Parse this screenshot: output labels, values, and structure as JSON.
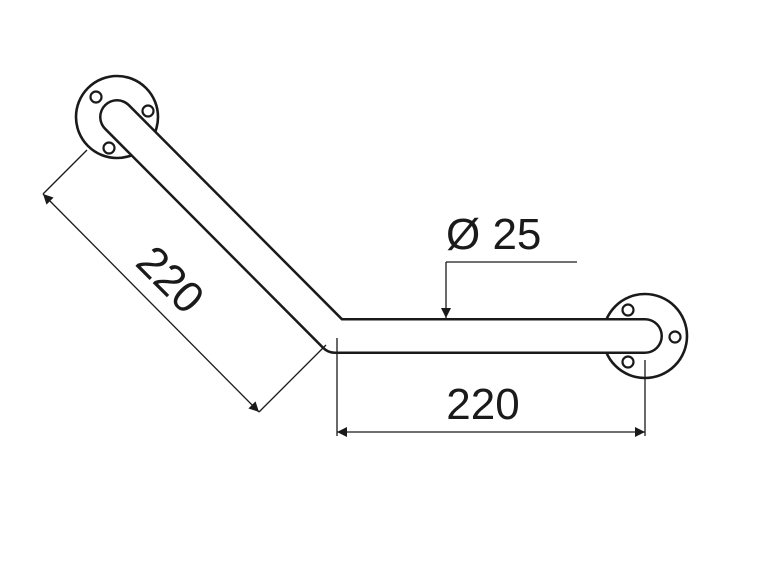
{
  "diagram": {
    "dimensions": {
      "diagonal_length": "220",
      "horizontal_length": "220",
      "tube_diameter": "Ø 25"
    },
    "colors": {
      "line": "#1a1a1a",
      "background": "#ffffff"
    }
  }
}
